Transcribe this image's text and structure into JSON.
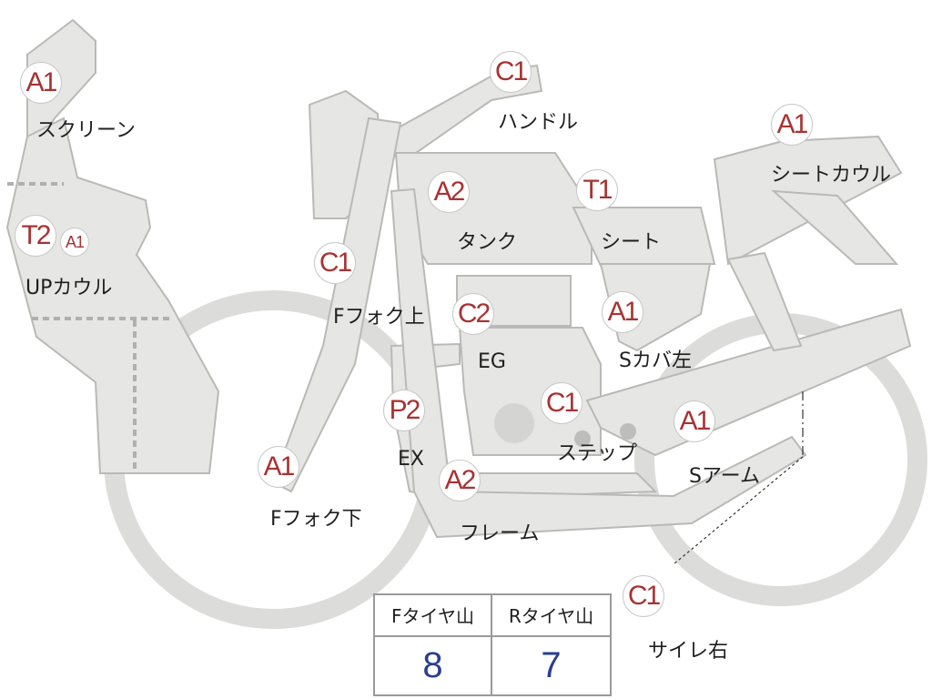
{
  "colors": {
    "body_fill": "#e6e6e4",
    "body_stroke": "#b9b9b6",
    "grade_text": "#a83232",
    "value_text": "#2a3f8f"
  },
  "parts": [
    {
      "id": "screen",
      "grade": "A1",
      "label": "スクリーン"
    },
    {
      "id": "upcowl",
      "grade": "T2",
      "grade2": "A1",
      "label": "UPカウル"
    },
    {
      "id": "handle",
      "grade": "C1",
      "label": "ハンドル"
    },
    {
      "id": "seatcowl",
      "grade": "A1",
      "label": "シートカウル"
    },
    {
      "id": "tank",
      "grade": "A2",
      "label": "タンク"
    },
    {
      "id": "seat",
      "grade": "T1",
      "label": "シート"
    },
    {
      "id": "ffork_upper",
      "grade": "C1",
      "label": "Fフォク上"
    },
    {
      "id": "eg",
      "grade": "C2",
      "label": "EG"
    },
    {
      "id": "scover_left",
      "grade": "A1",
      "label": "Sカバ左"
    },
    {
      "id": "ex",
      "grade": "P2",
      "label": "EX"
    },
    {
      "id": "step",
      "grade": "C1",
      "label": "ステップ"
    },
    {
      "id": "sarm",
      "grade": "A1",
      "label": "Sアーム"
    },
    {
      "id": "ffork_lower",
      "grade": "A1",
      "label": "Fフォク下"
    },
    {
      "id": "frame",
      "grade": "A2",
      "label": "フレーム"
    },
    {
      "id": "silencer",
      "grade": "C1",
      "label": "サイレ右"
    }
  ],
  "tire_table": {
    "front_header": "Fタイヤ山",
    "rear_header": "Rタイヤ山",
    "front_value": "8",
    "rear_value": "7"
  }
}
